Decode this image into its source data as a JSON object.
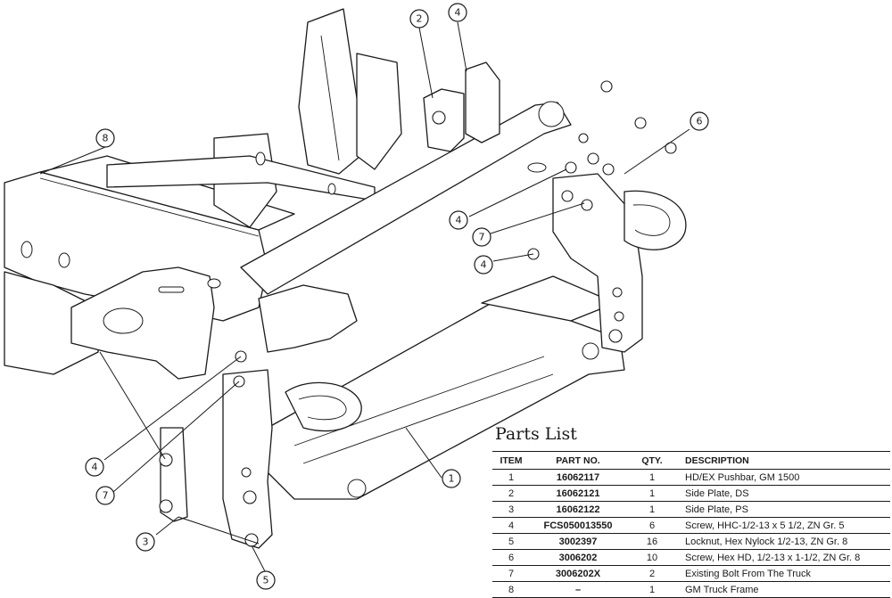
{
  "callouts": [
    "8",
    "2",
    "4",
    "6",
    "4",
    "7",
    "4",
    "1",
    "4",
    "7",
    "3",
    "5"
  ],
  "parts_list": {
    "title": "Parts List",
    "headers": {
      "item": "ITEM",
      "part_no": "PART NO.",
      "qty": "QTY.",
      "description": "DESCRIPTION"
    },
    "rows": [
      {
        "item": "1",
        "part_no": "16062117",
        "qty": "1",
        "description": "HD/EX Pushbar, GM 1500"
      },
      {
        "item": "2",
        "part_no": "16062121",
        "qty": "1",
        "description": "Side Plate, DS"
      },
      {
        "item": "3",
        "part_no": "16062122",
        "qty": "1",
        "description": "Side Plate, PS"
      },
      {
        "item": "4",
        "part_no": "FCS050013550",
        "qty": "6",
        "description": "Screw, HHC-1/2-13 x 5 1/2, ZN Gr. 5"
      },
      {
        "item": "5",
        "part_no": "3002397",
        "qty": "16",
        "description": "Locknut, Hex Nylock 1/2-13, ZN Gr. 8"
      },
      {
        "item": "6",
        "part_no": "3006202",
        "qty": "10",
        "description": "Screw, Hex HD, 1/2-13 x 1-1/2, ZN Gr. 8"
      },
      {
        "item": "7",
        "part_no": "3006202X",
        "qty": "2",
        "description": "Existing Bolt From The Truck"
      },
      {
        "item": "8",
        "part_no": "–",
        "qty": "1",
        "description": "GM Truck Frame"
      }
    ]
  }
}
